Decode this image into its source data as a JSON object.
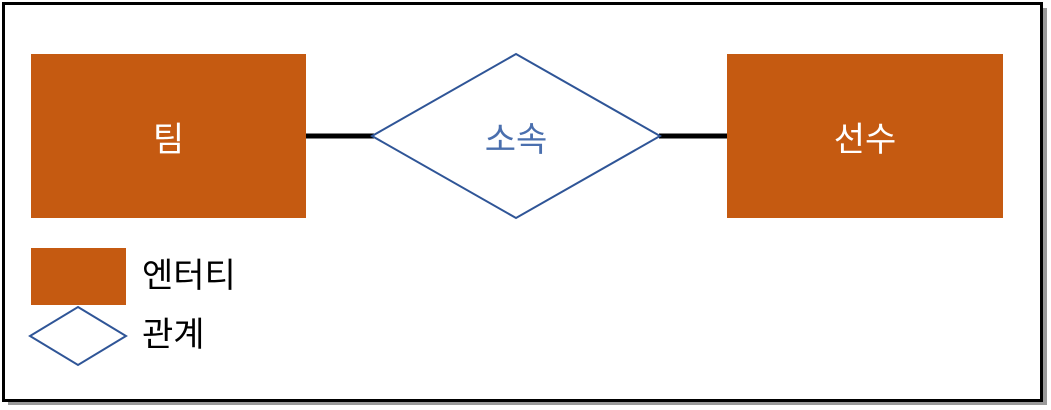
{
  "entities": {
    "team": "팀",
    "player": "선수"
  },
  "relationship": {
    "label": "소속"
  },
  "legend": {
    "entity_label": "엔터티",
    "relationship_label": "관계"
  },
  "colors": {
    "entity_fill": "#c55a11",
    "entity_text": "#ffffff",
    "relationship_stroke": "#2f5597",
    "relationship_text": "#4a6fae",
    "connector": "#000000"
  }
}
